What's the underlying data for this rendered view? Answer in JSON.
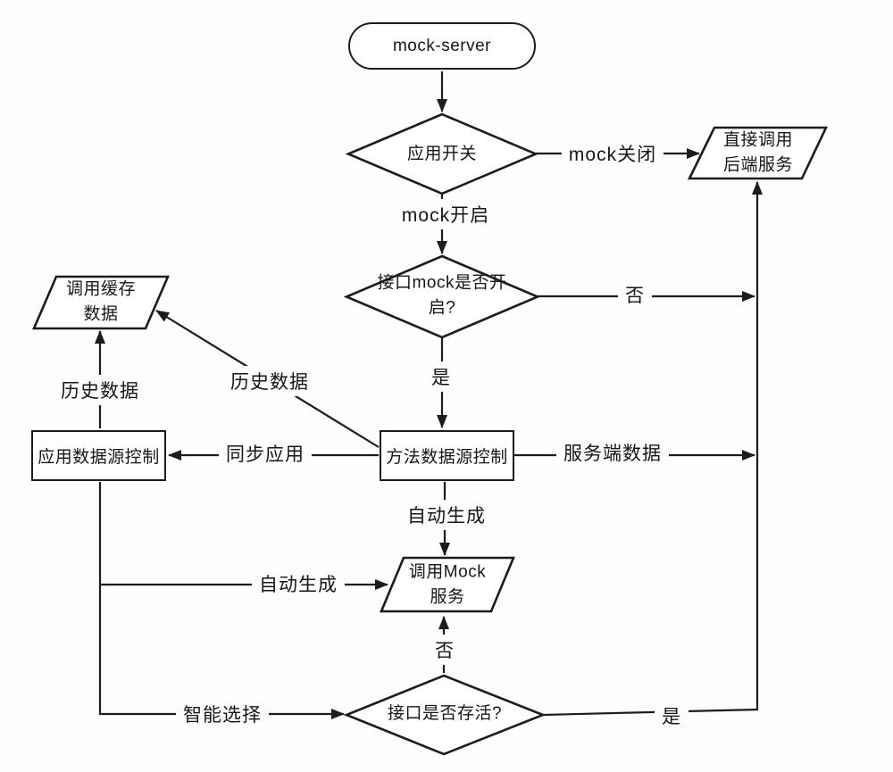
{
  "nodes": {
    "start": {
      "label": "mock-server"
    },
    "app_switch": {
      "label": "应用开关"
    },
    "backend_service": {
      "label": "直接调用\n后端服务"
    },
    "interface_mock": {
      "label": "接口mock是否开\n启?"
    },
    "cache_data": {
      "label": "调用缓存\n数据"
    },
    "method_datasource": {
      "label": "方法数据源控制"
    },
    "app_datasource": {
      "label": "应用数据源控制"
    },
    "mock_service": {
      "label": "调用Mock\n服务"
    },
    "interface_alive": {
      "label": "接口是否存活?"
    }
  },
  "edge_labels": {
    "mock_off": "mock关闭",
    "mock_on": "mock开启",
    "no_interface_mock": "否",
    "yes_interface_mock": "是",
    "history_data_left": "历史数据",
    "history_data_diagonal": "历史数据",
    "sync_app": "同步应用",
    "server_data": "服务端数据",
    "auto_generate_down": "自动生成",
    "auto_generate_left": "自动生成",
    "no_alive": "否",
    "smart_select": "智能选择",
    "yes_alive": "是"
  },
  "colors": {
    "line": "#1c1c1c",
    "text": "#161616",
    "background": "#fdfdfd"
  }
}
